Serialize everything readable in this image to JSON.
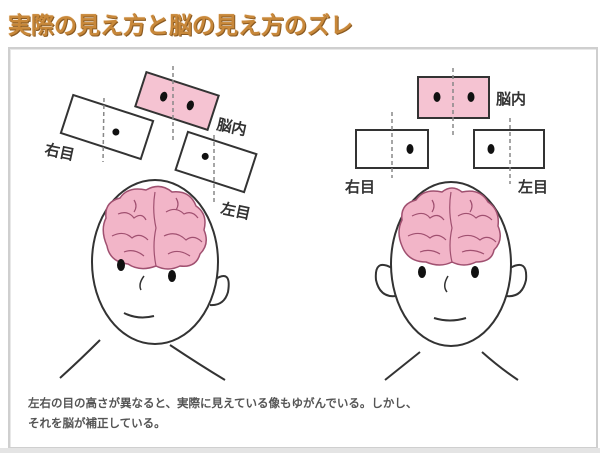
{
  "title": "実際の見え方と脳の見え方のズレ",
  "colors": {
    "title": "#c8883a",
    "brain_fill": "#f2b5c8",
    "brain_stroke": "#a05070",
    "box_pink": "#f5c3d2",
    "outline": "#333333",
    "frame_border": "#cfcfcf"
  },
  "left_figure": {
    "description": "tilted view (actual)",
    "labels": {
      "brain_view": "脳内",
      "right_eye": "右目",
      "left_eye": "左目"
    }
  },
  "right_figure": {
    "description": "corrected view (brain)",
    "labels": {
      "brain_view": "脳内",
      "right_eye": "右目",
      "left_eye": "左目"
    }
  },
  "caption": {
    "line1": "左右の目の高さが異なると、実際に見えている像もゆがんでいる。しかし、",
    "line2": "それを脳が補正している。"
  }
}
